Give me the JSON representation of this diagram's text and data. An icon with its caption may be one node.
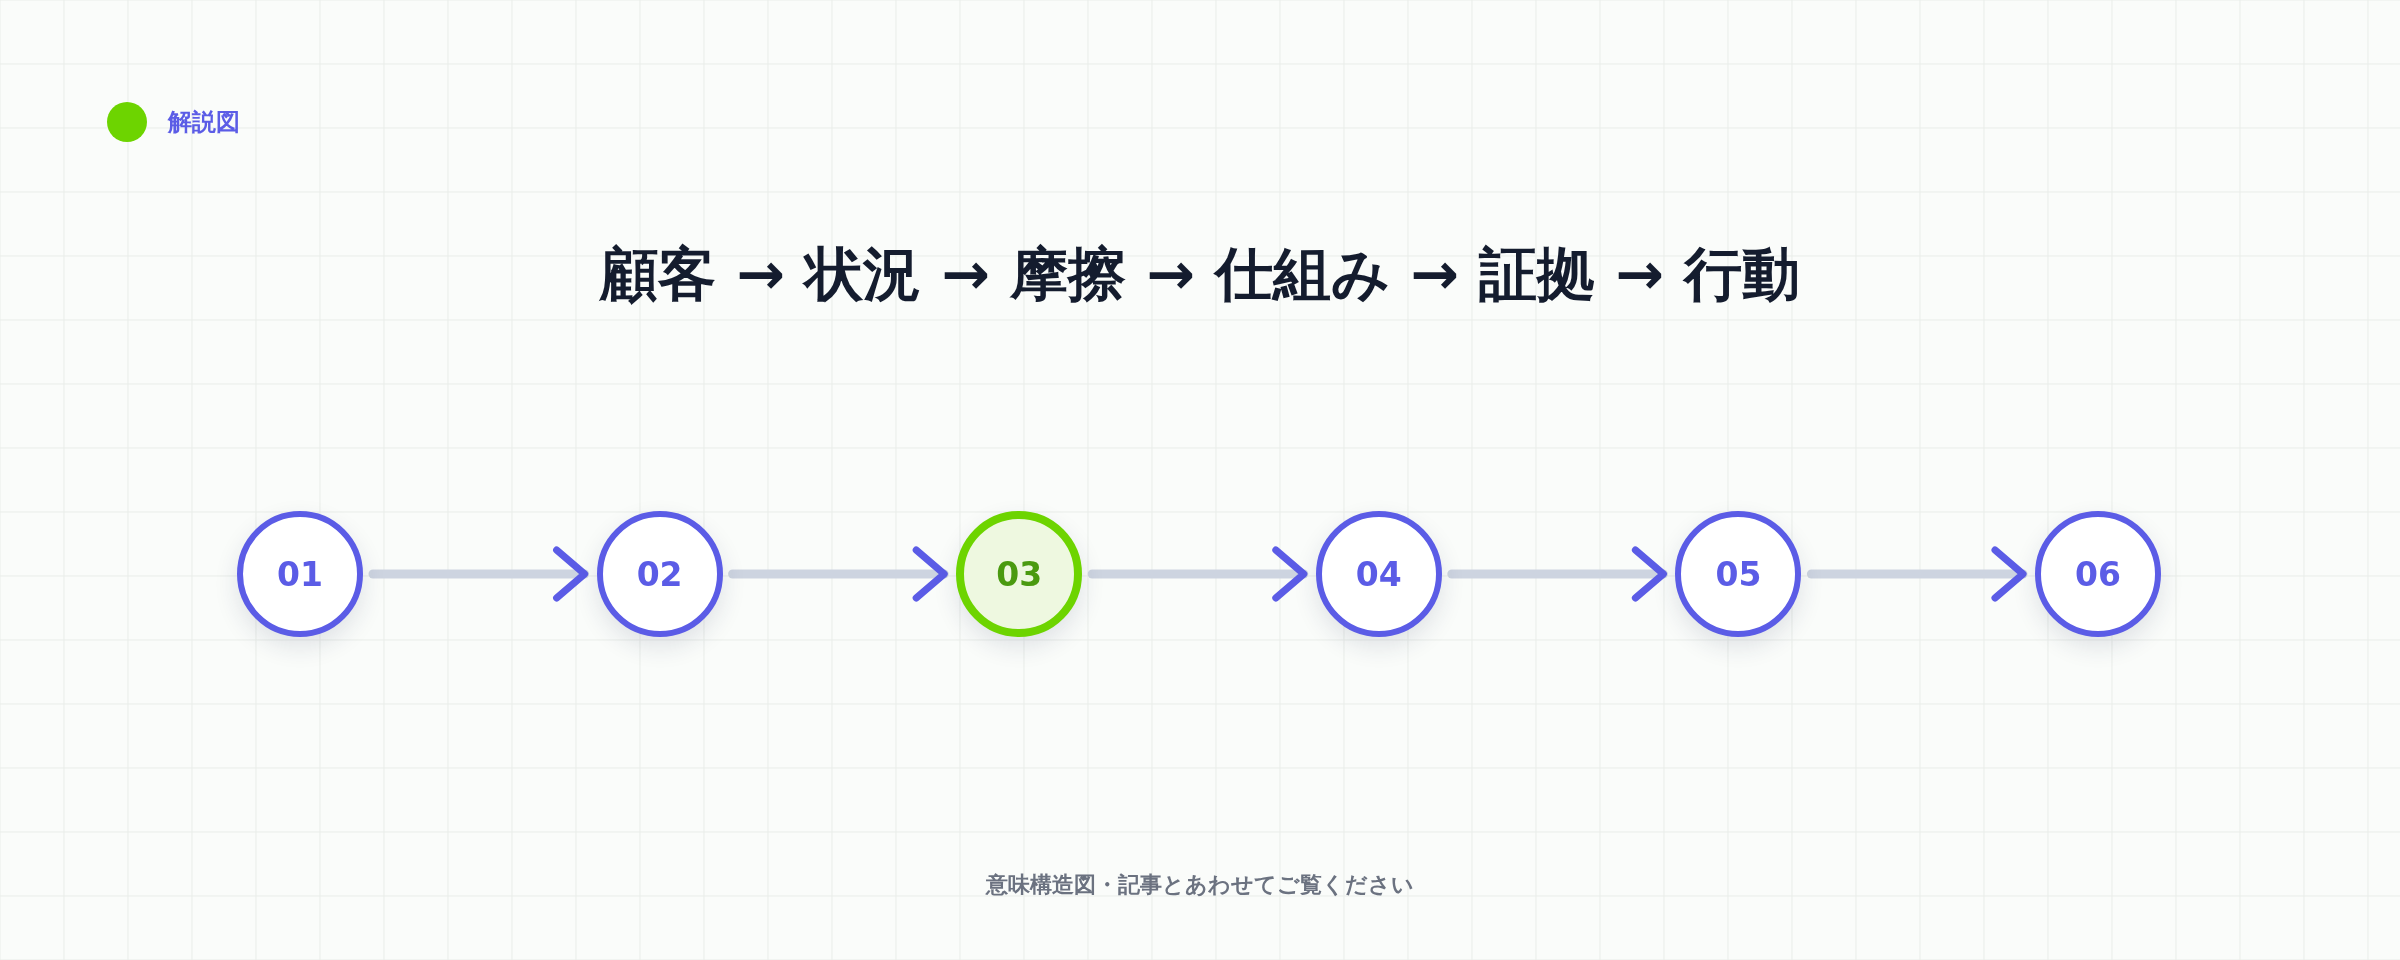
{
  "diagram": {
    "title": "顧客 → 状況 → 摩擦 → 仕組み → 証拠 → 行動",
    "caption": "意味構造図・記事とあわせてご覧ください",
    "nodes": [
      {
        "text": [
          "01"
        ]
      },
      {
        "text": [
          "02"
        ]
      },
      {
        "text": [
          "03"
        ]
      },
      {
        "text": [
          "04"
        ]
      },
      {
        "text": [
          "05"
        ]
      },
      {
        "text": [
          "06"
        ]
      }
    ],
    "edges": [
      {
        "from": 0,
        "to": 1,
        "arrow": "to"
      },
      {
        "from": 1,
        "to": 2,
        "arrow": "to"
      },
      {
        "from": 2,
        "to": 3,
        "arrow": "to"
      },
      {
        "from": 3,
        "to": 4,
        "arrow": "to"
      },
      {
        "from": 4,
        "to": 5,
        "arrow": "to"
      }
    ],
    "labels": [
      "解説図"
    ]
  }
}
